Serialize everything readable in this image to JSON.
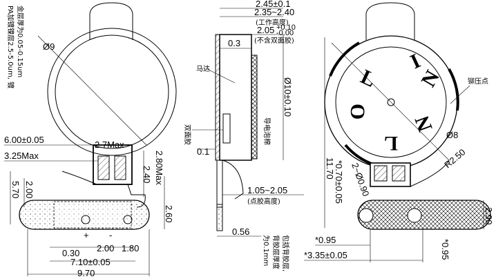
{
  "left_view": {
    "side_note_lines": [
      "PA加镀镍层2.5-5.0um, 镀",
      "金层厚为0.05-0.15um"
    ],
    "diameter": "Ø9",
    "dims": {
      "d6_00": "6.00±0.05",
      "d2_7": "2.7Max",
      "d3_25": "3.25Max",
      "d2_80": "2.80Max",
      "d2_40": "2.40",
      "d2_00_left": "2.00",
      "d5_70": "5.70",
      "d2_60": "2.60",
      "d0_30": "0.30",
      "d2_00_bottom": "2.00",
      "d1_80": "1.80",
      "d7_10": "7.10±0.05",
      "d9_70": "9.70"
    },
    "pad_marks": [
      "+",
      "-"
    ]
  },
  "middle_view": {
    "dims": {
      "d2_45": "2.45±0.1",
      "d2_35": "2.35~2.40",
      "work_height": "(工作高度)",
      "d2_05": "2.05",
      "d2_05_tol_top": "+0.10",
      "d2_05_tol_bottom": "-0.00",
      "no_adhesive": "(不含双面胶)",
      "d0_3": "0.3",
      "d0_1": "0.1",
      "d10": "Ø10±0.10",
      "d1_05": "1.05~2.05",
      "dot_glue_height": "(点胶高度)",
      "d0_56": "0.56"
    },
    "labels": {
      "motor": "马达",
      "double_tape": "双面胶",
      "conductive_foam": "导电泡棉",
      "bottom_note_lines": [
        "包括背胶层,",
        "背胶层厚度",
        "为0.1mm"
      ]
    }
  },
  "right_view": {
    "brand_letters": [
      "L",
      "I",
      "N",
      "O",
      "N",
      "L"
    ],
    "labels": {
      "rivet": "铆压点",
      "d8": "Ø8",
      "r2_50": "R2.50",
      "d11_70": "11.70",
      "d0_70": "*0.70±0.05",
      "d2_0_90": "2~Ø0.90",
      "d2_90": "2.90",
      "d0_95_a": "*0.95",
      "d0_95_b": "*0.95",
      "d3_35": "*3.35±0.05"
    }
  }
}
